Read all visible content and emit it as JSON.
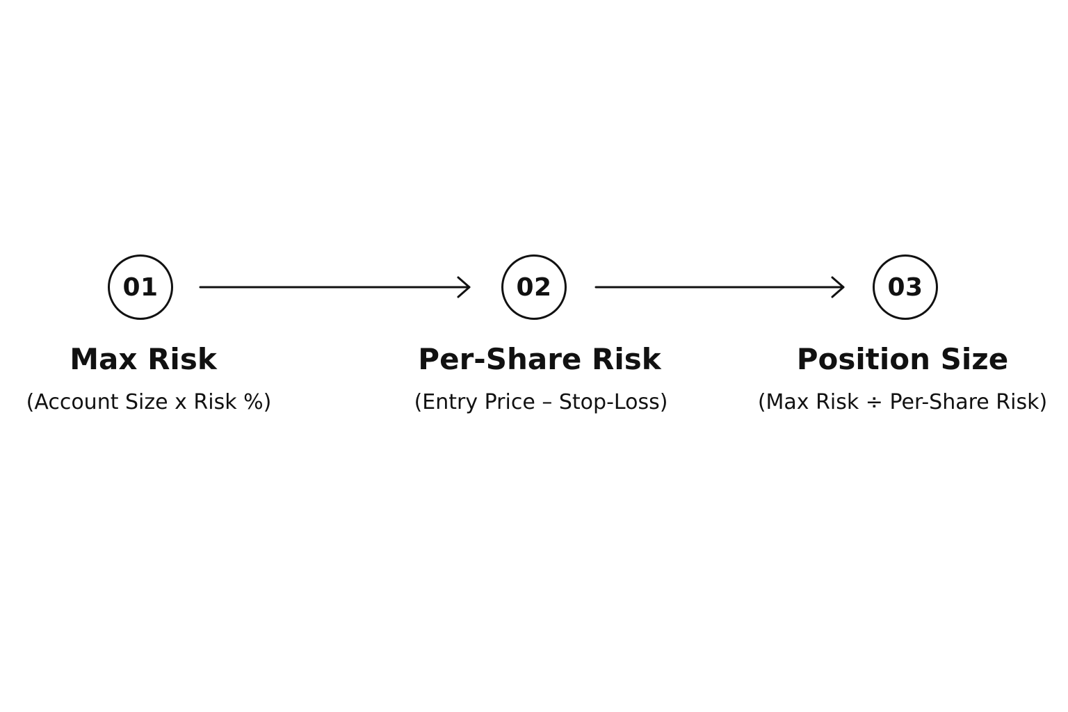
{
  "steps": [
    {
      "number": "01",
      "title": "Max Risk",
      "formula": "(Account Size x Risk %)"
    },
    {
      "number": "02",
      "title": "Per-Share Risk",
      "formula": "(Entry Price – Stop-Loss)"
    },
    {
      "number": "03",
      "title": "Position Size",
      "formula": "(Max Risk ÷ Per-Share Risk)"
    }
  ],
  "colors": {
    "stroke": "#111111",
    "background": "#ffffff"
  },
  "icons": {
    "connector": "arrow-right-icon"
  }
}
